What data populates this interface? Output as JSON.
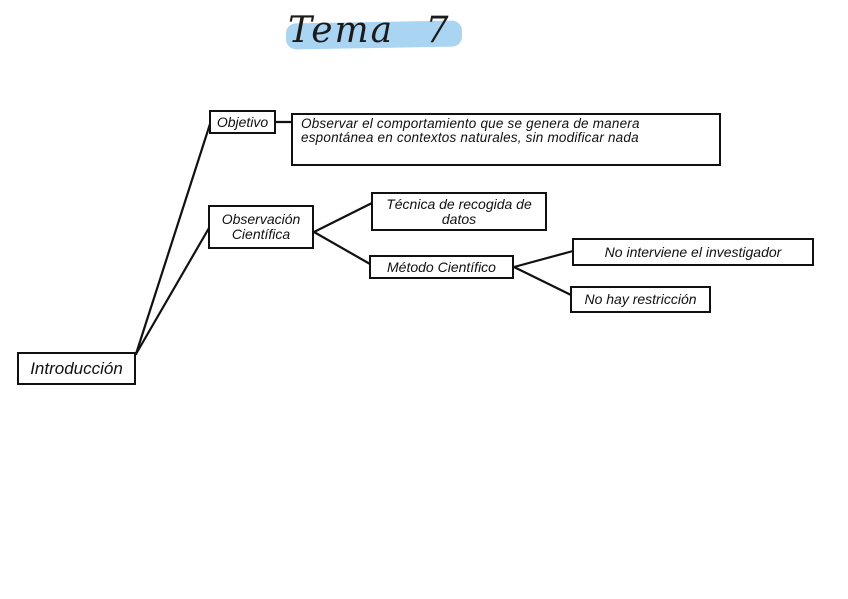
{
  "title": "Tema 7",
  "colors": {
    "title_highlight": "#8cc6ee",
    "ink": "#111111"
  },
  "nodes": {
    "introduccion": "Introducción",
    "objetivo": "Objetivo",
    "objetivo_descripcion": "Observar el comportamiento que se genera de manera espontánea en contextos naturales, sin modificar nada",
    "observacion_cientifica": "Observación Científica",
    "tecnica_recogida": "Técnica de recogida de datos",
    "metodo_cientifico": "Método Científico",
    "no_interviene": "No interviene el investigador",
    "no_hay_restriccion": "No hay restricción"
  },
  "edges": [
    [
      "introduccion",
      "objetivo"
    ],
    [
      "introduccion",
      "observacion_cientifica"
    ],
    [
      "objetivo",
      "objetivo_descripcion"
    ],
    [
      "observacion_cientifica",
      "tecnica_recogida"
    ],
    [
      "observacion_cientifica",
      "metodo_cientifico"
    ],
    [
      "metodo_cientifico",
      "no_interviene"
    ],
    [
      "metodo_cientifico",
      "no_hay_restriccion"
    ]
  ]
}
